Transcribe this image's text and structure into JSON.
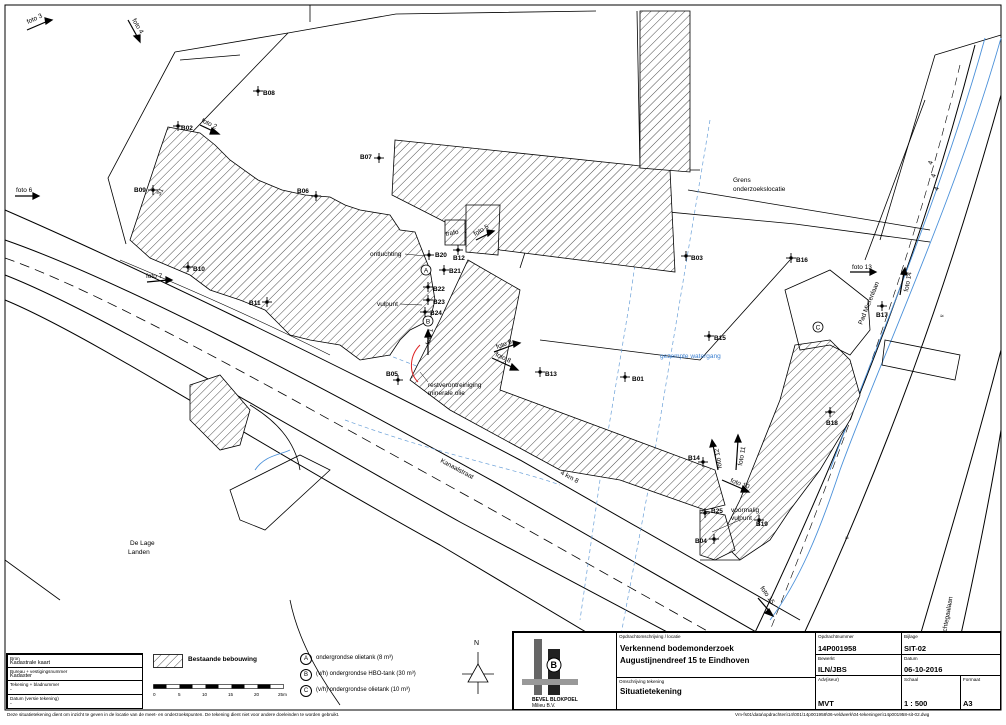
{
  "map": {
    "streets": [
      "Kanaalstraat",
      "Pad Mierenlaan",
      "Nachtegaalaan",
      "4 km 8"
    ],
    "areas": [
      "De Lage",
      "Landen"
    ],
    "boundary_label": [
      "Grens",
      "onderzoekslocatie"
    ],
    "groundwater_label": "gezempte watergang",
    "house_number": "31",
    "notes": {
      "ontluchting": "ontluchting",
      "trafo": "trafo",
      "vulpunt1": "vulpunt",
      "vulpunt2": "vulpunt",
      "voormalig": "voormalig",
      "restverontreiniging": "restverontreiniging",
      "minerale_olie": "minerale olie"
    },
    "boreholes": [
      "B01",
      "B02",
      "B03",
      "B04",
      "B05",
      "B06",
      "B07",
      "B08",
      "B09",
      "B10",
      "B11",
      "B12",
      "B13",
      "B14",
      "B15",
      "B16",
      "B17",
      "B18",
      "B19",
      "B20",
      "B21",
      "B22",
      "B23",
      "B24",
      "B25"
    ],
    "photos": [
      "foto 1",
      "foto 2",
      "foto 3",
      "foto 4",
      "foto 5",
      "foto 6",
      "foto 7",
      "foto 8",
      "foto 9",
      "foto 10",
      "foto 11",
      "foto 12",
      "foto 13",
      "foto 14",
      "foto 15"
    ],
    "tank_markers": [
      "A",
      "B",
      "C"
    ],
    "road_marks": [
      "4",
      "4",
      "4"
    ]
  },
  "legend": {
    "info_rows": [
      {
        "caption": "Bron",
        "value": "Kadastrale kaart"
      },
      {
        "caption": "Bureau + vestigingsnummer",
        "value": "Kadaster"
      },
      {
        "caption": "Tekening + bladnummer",
        "value": "-"
      },
      {
        "caption": "Datum (versie tekening)",
        "value": "-"
      }
    ],
    "hatch_label": "Bestaande bebouwing",
    "tanks": [
      {
        "marker": "A",
        "text": "ondergrondse olietank (8 m³)"
      },
      {
        "marker": "B",
        "text": "(v/h) ondergrondse HBO-tank (30 m³)"
      },
      {
        "marker": "C",
        "text": "(v/h) ondergrondse olietank (10 m³)"
      }
    ],
    "scale_ticks": [
      "0",
      "5",
      "10",
      "15",
      "20",
      "25m"
    ],
    "north": "N"
  },
  "title_block": {
    "company": [
      "BEVEL BLOKPOEL",
      "Milieu B.V."
    ],
    "project_caption": "Opdrachtomschrijving / locatie",
    "project_line1": "Verkennend bodemonderzoek",
    "project_line2": "Augustijnendreef 15 te Eindhoven",
    "drawing_caption": "Omschrijving tekening",
    "drawing_value": "Situatietekening",
    "project_number_caption": "Opdrachtnummer",
    "project_number": "14P001958",
    "sheet_caption": "Bijlage",
    "sheet": "SIT-02",
    "editor_caption": "Bewerkt",
    "editor": "ILN/JBS",
    "date_caption": "Datum",
    "date": "06-10-2016",
    "approved_caption": "Adv(iseur)",
    "approved": "MVT",
    "scale_caption": "Schaal",
    "scale": "1 : 500",
    "format_caption": "Formaat",
    "format": "A3"
  },
  "footer": {
    "disclaimer": "Deze situatietekening dient om inzicht te geven in de locatie van de meet- en onderzoekspunten. De tekening dient niet voor andere doeleinden te worden gebruikt.",
    "path": "Vm-fs01\\data\\opdrachten\\14\\001\\14p001958\\06-veldwerk\\04-tekeningen\\14p001958-sit-02.dwg"
  }
}
